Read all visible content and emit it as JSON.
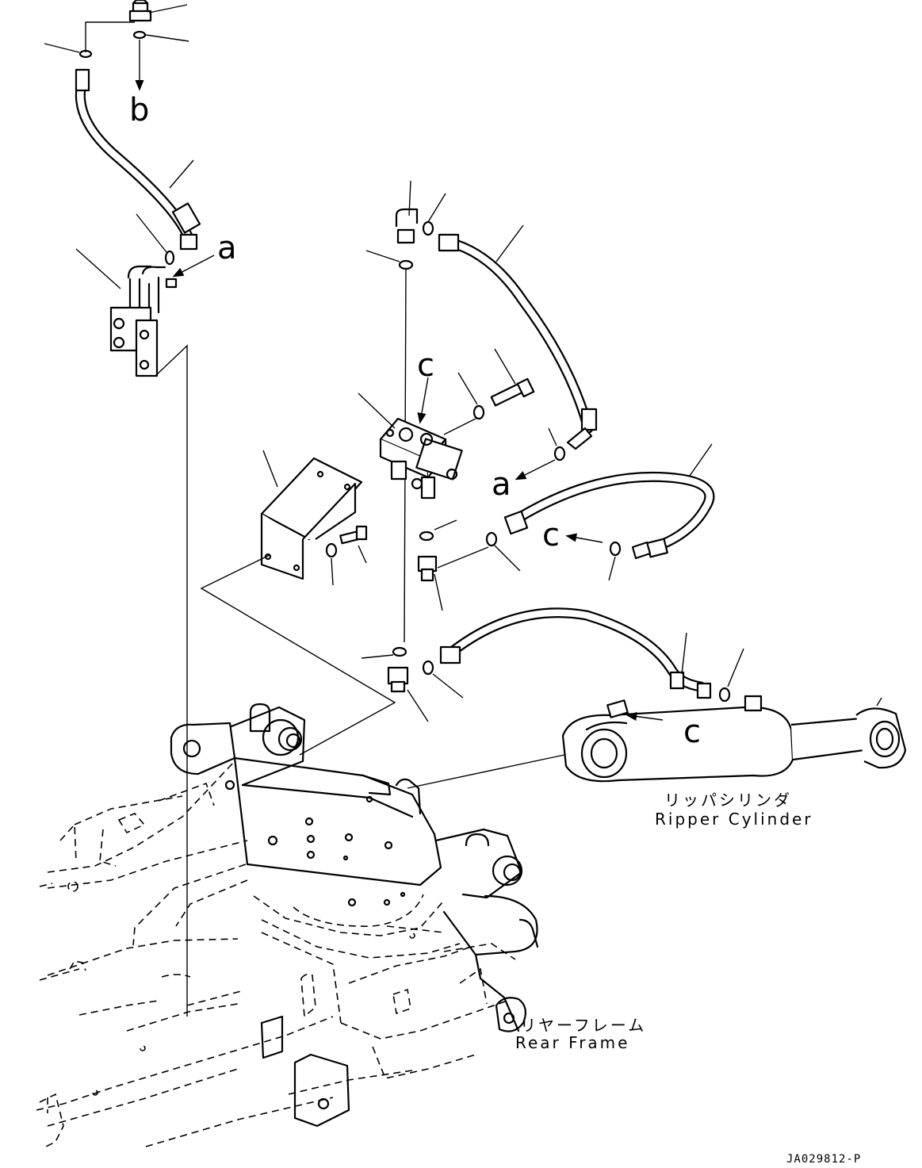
{
  "callouts": {
    "a": "a",
    "b": "b",
    "c": "c"
  },
  "labels": {
    "ripper_cylinder_jp": "リッパシリンダ",
    "ripper_cylinder_en": "Ripper Cylinder",
    "rear_frame_jp": "リヤーフレーム",
    "rear_frame_en": "Rear Frame"
  },
  "drawing_code": "JA029812-P"
}
